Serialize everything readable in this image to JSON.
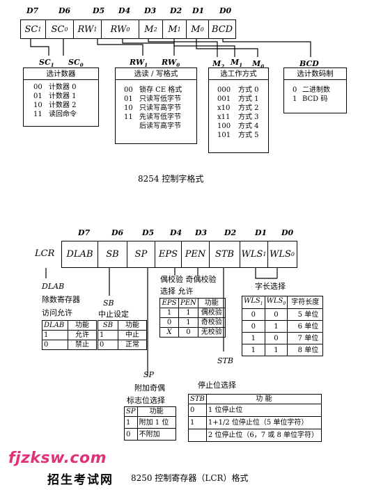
{
  "top": {
    "bits": [
      "D7",
      "D6",
      "D5",
      "D4",
      "D3",
      "D2",
      "D1",
      "D0"
    ],
    "cells": [
      {
        "main": "SC",
        "sub": "1"
      },
      {
        "main": "SC",
        "sub": "0"
      },
      {
        "main": "RW",
        "sub": "1"
      },
      {
        "main": "RW",
        "sub": "0"
      },
      {
        "main": "M",
        "sub": "2"
      },
      {
        "main": "M",
        "sub": "1"
      },
      {
        "main": "M",
        "sub": "0"
      },
      {
        "main": "BCD",
        "sub": ""
      }
    ],
    "sc_labels": [
      {
        "main": "SC",
        "sub": "1"
      },
      {
        "main": "SC",
        "sub": "0"
      }
    ],
    "rw_labels": [
      {
        "main": "RW",
        "sub": "1"
      },
      {
        "main": "RW",
        "sub": "0"
      }
    ],
    "m_labels": [
      {
        "main": "M",
        "sub": "2"
      },
      {
        "main": "M",
        "sub": "1"
      },
      {
        "main": "M",
        "sub": "0"
      }
    ],
    "bcd_label": "BCD",
    "counter_box": {
      "title": "选计数器",
      "rows": [
        [
          "00",
          "计数器 0"
        ],
        [
          "01",
          "计数器 1"
        ],
        [
          "10",
          "计数器 2"
        ],
        [
          "11",
          "读回命令"
        ]
      ]
    },
    "rw_box": {
      "title": "选读 / 写格式",
      "rows": [
        [
          "00",
          "锁存 CE 格式"
        ],
        [
          "01",
          "只读写低字节"
        ],
        [
          "10",
          "只读写高字节"
        ],
        [
          "11",
          "先读写低字节"
        ],
        [
          "",
          "后读写高字节"
        ]
      ]
    },
    "mode_box": {
      "title": "选工作方式",
      "rows": [
        [
          "000",
          "方式 0"
        ],
        [
          "001",
          "方式 1"
        ],
        [
          "x10",
          "方式 2"
        ],
        [
          "x11",
          "方式 3"
        ],
        [
          "100",
          "方式 4"
        ],
        [
          "101",
          "方式 5"
        ]
      ]
    },
    "bcd_box": {
      "title": "选计数码制",
      "rows": [
        [
          "0",
          "二进制数"
        ],
        [
          "1",
          "BCD 码"
        ]
      ]
    },
    "caption": "8254 控制字格式"
  },
  "bottom": {
    "bits": [
      "D7",
      "D6",
      "D5",
      "D4",
      "D3",
      "D2",
      "D1",
      "D0"
    ],
    "reg_label": "LCR",
    "cells": [
      {
        "main": "DLAB",
        "sub": ""
      },
      {
        "main": "SB",
        "sub": ""
      },
      {
        "main": "SP",
        "sub": ""
      },
      {
        "main": "EPS",
        "sub": ""
      },
      {
        "main": "PEN",
        "sub": ""
      },
      {
        "main": "STB",
        "sub": ""
      },
      {
        "main": "WLS",
        "sub": "1"
      },
      {
        "main": "WLS",
        "sub": "0"
      }
    ],
    "dlab": {
      "name": "DLAB",
      "desc1": "除数寄存器",
      "desc2": "访问允许",
      "header": [
        "DLAB",
        "功能"
      ],
      "rows": [
        [
          "1",
          "允许"
        ],
        [
          "0",
          "禁止"
        ]
      ]
    },
    "sb": {
      "name": "SB",
      "desc1": "中止设定",
      "header": [
        "SB",
        "功能"
      ],
      "rows": [
        [
          "1",
          "中止"
        ],
        [
          "0",
          "正常"
        ]
      ]
    },
    "parity": {
      "desc1": "偶校验  奇偶校验",
      "desc2": "选择    允许",
      "header": [
        "EPS",
        "PEN",
        "功能"
      ],
      "rows": [
        [
          "1",
          "1",
          "偶校验"
        ],
        [
          "0",
          "1",
          "奇校验"
        ],
        [
          "X",
          "0",
          "无校验"
        ]
      ]
    },
    "wls": {
      "desc": "字长选择",
      "header": [
        {
          "main": "WLS",
          "sub": "1"
        },
        {
          "main": "WLS",
          "sub": "0"
        },
        {
          "main": "字符长度",
          "sub": ""
        }
      ],
      "rows": [
        [
          "0",
          "0",
          "5 单位"
        ],
        [
          "0",
          "1",
          "6 单位"
        ],
        [
          "1",
          "0",
          "7 单位"
        ],
        [
          "1",
          "1",
          "8 单位"
        ]
      ]
    },
    "sp": {
      "name": "SP",
      "desc1": "附加奇偶",
      "desc2": "标志位选择",
      "header": [
        "SP",
        "功能"
      ],
      "rows": [
        [
          "1",
          "附加 1 位"
        ],
        [
          "0",
          "不附加"
        ]
      ]
    },
    "stb": {
      "name": "STB",
      "desc": "停止位选择",
      "header": [
        "STB",
        "功    能"
      ],
      "rows": [
        [
          "0",
          "1 位停止位"
        ],
        [
          "1",
          "1+1/2 位停止位（5 单位字符）"
        ],
        [
          "",
          "2 位停止位（6，7 或 8 单位字符）"
        ]
      ]
    },
    "caption": "8250 控制寄存器（LCR）格式"
  },
  "watermark": {
    "site": "fjzksw.com",
    "slogan": "招生考试网"
  }
}
